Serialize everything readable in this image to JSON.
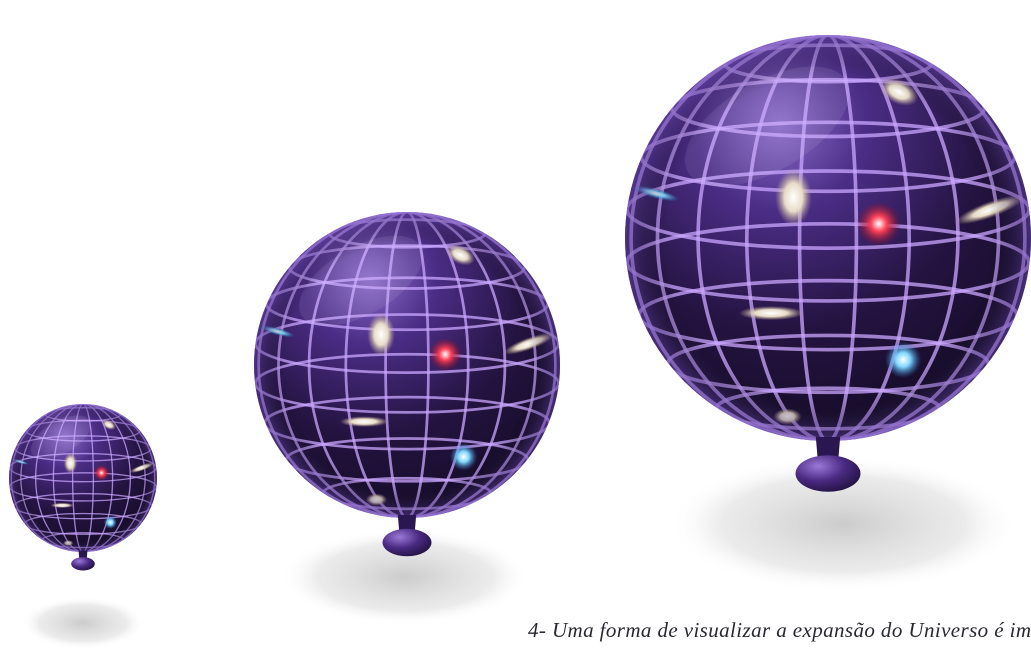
{
  "caption": "4- Uma forma de visualizar a expansão do Universo é im",
  "colors": {
    "background": "#ffffff",
    "balloon_dark": "#1a0e2e",
    "balloon_mid": "#3d2470",
    "balloon_light": "#8a6cc9",
    "grid": "#c9a7ff",
    "shadow": "#d7d7d7",
    "galaxy_red": "#e11b3a",
    "galaxy_blue": "#5ac8f0",
    "galaxy_white": "#f2ede2"
  },
  "balloons": [
    {
      "name": "small-balloon"
    },
    {
      "name": "medium-balloon"
    },
    {
      "name": "large-balloon"
    }
  ]
}
